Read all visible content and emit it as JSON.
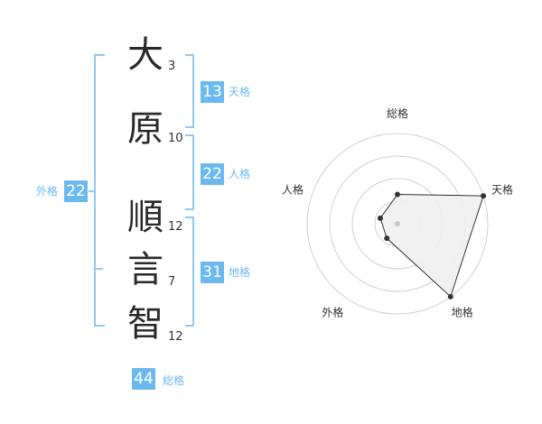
{
  "name": {
    "characters": [
      {
        "char": "大",
        "strokes": "3"
      },
      {
        "char": "原",
        "strokes": "10"
      },
      {
        "char": "順",
        "strokes": "12"
      },
      {
        "char": "言",
        "strokes": "7"
      },
      {
        "char": "智",
        "strokes": "12"
      }
    ]
  },
  "fortunes": {
    "tenkaku": {
      "value": "13",
      "label": "天格"
    },
    "jinkaku": {
      "value": "22",
      "label": "人格"
    },
    "chikaku": {
      "value": "31",
      "label": "地格"
    },
    "gaikaku": {
      "value": "22",
      "label": "外格"
    },
    "soukaku": {
      "value": "44",
      "label": "総格"
    }
  },
  "colors": {
    "accent": "#6cb9f0",
    "bracket": "#8fcaf3",
    "radar_fill": "#efefef",
    "ring": "#d0d0d0"
  },
  "chart_data": {
    "type": "radar",
    "axes": [
      "総格",
      "天格",
      "地格",
      "外格",
      "人格"
    ],
    "scale_max": 4,
    "values": [
      1.3,
      4.0,
      4.0,
      0.8,
      0.8
    ]
  }
}
